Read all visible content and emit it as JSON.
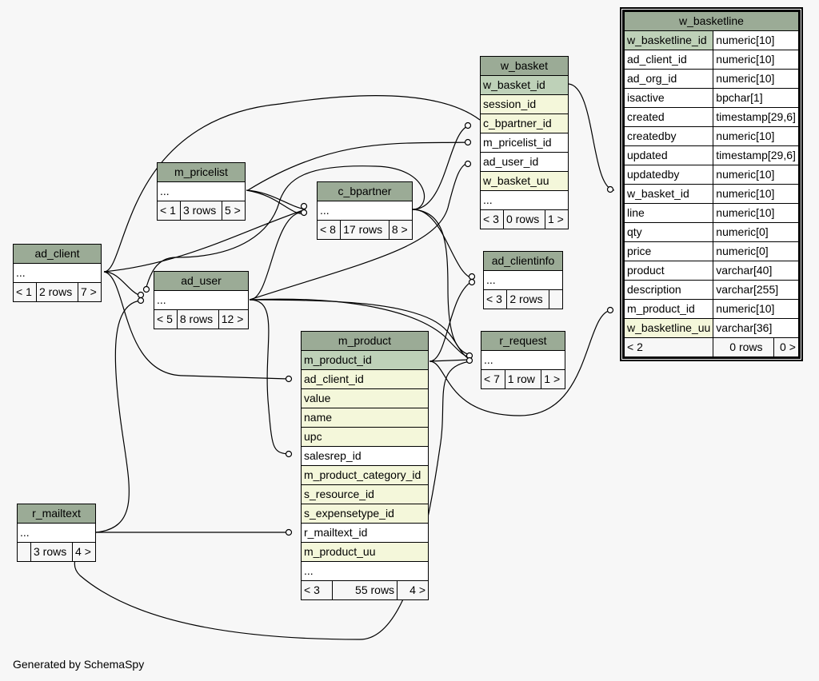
{
  "footer": "Generated by SchemaSpy",
  "colors": {
    "header": "#9bab96",
    "primary_key": "#bed1b8",
    "indexed": "#f4f7da",
    "plain": "#ffffff",
    "edge": "#000000",
    "background": "#f7f7f7"
  },
  "tables": {
    "w_basketline": {
      "title": "w_basketline",
      "columns": [
        {
          "name": "w_basketline_id",
          "type": "numeric[10]"
        },
        {
          "name": "ad_client_id",
          "type": "numeric[10]"
        },
        {
          "name": "ad_org_id",
          "type": "numeric[10]"
        },
        {
          "name": "isactive",
          "type": "bpchar[1]"
        },
        {
          "name": "created",
          "type": "timestamp[29,6]"
        },
        {
          "name": "createdby",
          "type": "numeric[10]"
        },
        {
          "name": "updated",
          "type": "timestamp[29,6]"
        },
        {
          "name": "updatedby",
          "type": "numeric[10]"
        },
        {
          "name": "w_basket_id",
          "type": "numeric[10]"
        },
        {
          "name": "line",
          "type": "numeric[10]"
        },
        {
          "name": "qty",
          "type": "numeric[0]"
        },
        {
          "name": "price",
          "type": "numeric[0]"
        },
        {
          "name": "product",
          "type": "varchar[40]"
        },
        {
          "name": "description",
          "type": "varchar[255]"
        },
        {
          "name": "m_product_id",
          "type": "numeric[10]"
        },
        {
          "name": "w_basketline_uu",
          "type": "varchar[36]"
        }
      ],
      "nav": {
        "parents": "< 2",
        "rows": "0 rows",
        "children": "0 >"
      }
    },
    "w_basket": {
      "title": "w_basket",
      "columns": [
        "w_basket_id",
        "session_id",
        "c_bpartner_id",
        "m_pricelist_id",
        "ad_user_id",
        "w_basket_uu",
        "..."
      ],
      "nav": {
        "parents": "< 3",
        "rows": "0 rows",
        "children": "1 >"
      }
    },
    "m_pricelist": {
      "title": "m_pricelist",
      "columns": [
        "..."
      ],
      "nav": {
        "parents": "< 1",
        "rows": "3 rows",
        "children": "5 >"
      }
    },
    "c_bpartner": {
      "title": "c_bpartner",
      "columns": [
        "..."
      ],
      "nav": {
        "parents": "< 8",
        "rows": "17 rows",
        "children": "8 >"
      }
    },
    "ad_client": {
      "title": "ad_client",
      "columns": [
        "..."
      ],
      "nav": {
        "parents": "< 1",
        "rows": "2 rows",
        "children": "7 >"
      }
    },
    "ad_user": {
      "title": "ad_user",
      "columns": [
        "..."
      ],
      "nav": {
        "parents": "< 5",
        "rows": "8 rows",
        "children": "12 >"
      }
    },
    "ad_clientinfo": {
      "title": "ad_clientinfo",
      "columns": [
        "..."
      ],
      "nav": {
        "parents": "< 3",
        "rows": "2 rows",
        "children": ""
      }
    },
    "r_request": {
      "title": "r_request",
      "columns": [
        "..."
      ],
      "nav": {
        "parents": "< 7",
        "rows": "1 row",
        "children": "1 >"
      }
    },
    "m_product": {
      "title": "m_product",
      "columns": [
        "m_product_id",
        "ad_client_id",
        "value",
        "name",
        "upc",
        "salesrep_id",
        "m_product_category_id",
        "s_resource_id",
        "s_expensetype_id",
        "r_mailtext_id",
        "m_product_uu",
        "..."
      ],
      "nav": {
        "parents": "< 3",
        "rows": "55 rows",
        "children": "4 >"
      }
    },
    "r_mailtext": {
      "title": "r_mailtext",
      "columns": [
        "..."
      ],
      "nav": {
        "parents": "",
        "rows": "3 rows",
        "children": "4 >"
      }
    }
  }
}
